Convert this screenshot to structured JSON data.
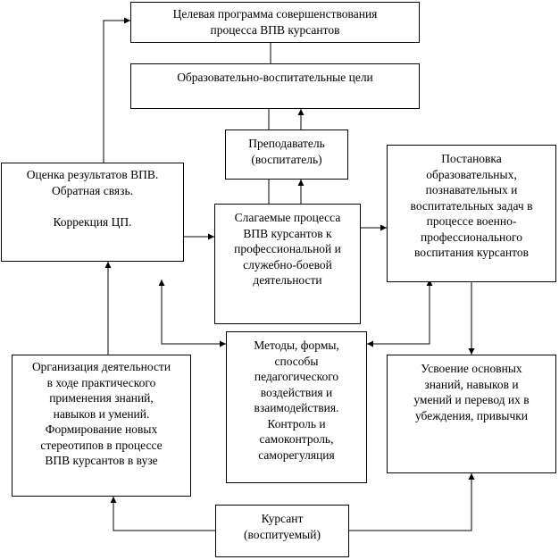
{
  "boxes": {
    "target_program": "Целевая программа совершенствования\nпроцесса ВПВ курсантов",
    "goals": "Образовательно-воспитательные цели",
    "teacher": "Преподаватель\n(воспитатель)",
    "evaluation": "Оценка результатов ВПВ.\nОбратная связь.\n\nКоррекция ЦП.",
    "components": "Слагаемые процесса\nВПВ курсантов к\nпрофессиональной и\nслужебно-боевой\nдеятельности",
    "task_setting": "Постановка\nобразовательных,\nпознавательных и\nвоспитательных задач в\nпроцессе военно-\nпрофессионального\nвоспитания курсантов",
    "methods": "Методы, формы,\nспособы\nпедагогического\nвоздействия и\nвзаимодействия.\nКонтроль и\nсамоконтроль,\nсаморегуляция",
    "organization": "Организация деятельности\nв ходе практического\nприменения знаний,\nнавыков и умений.\nФормирование новых\nстереотипов в процессе\nВПВ курсантов в вузе",
    "mastering": "Усвоение основных\nзнаний, навыков и\nумений и перевод их в\nубеждения, привычки",
    "cadet": "Курсант\n(воспитуемый)"
  }
}
